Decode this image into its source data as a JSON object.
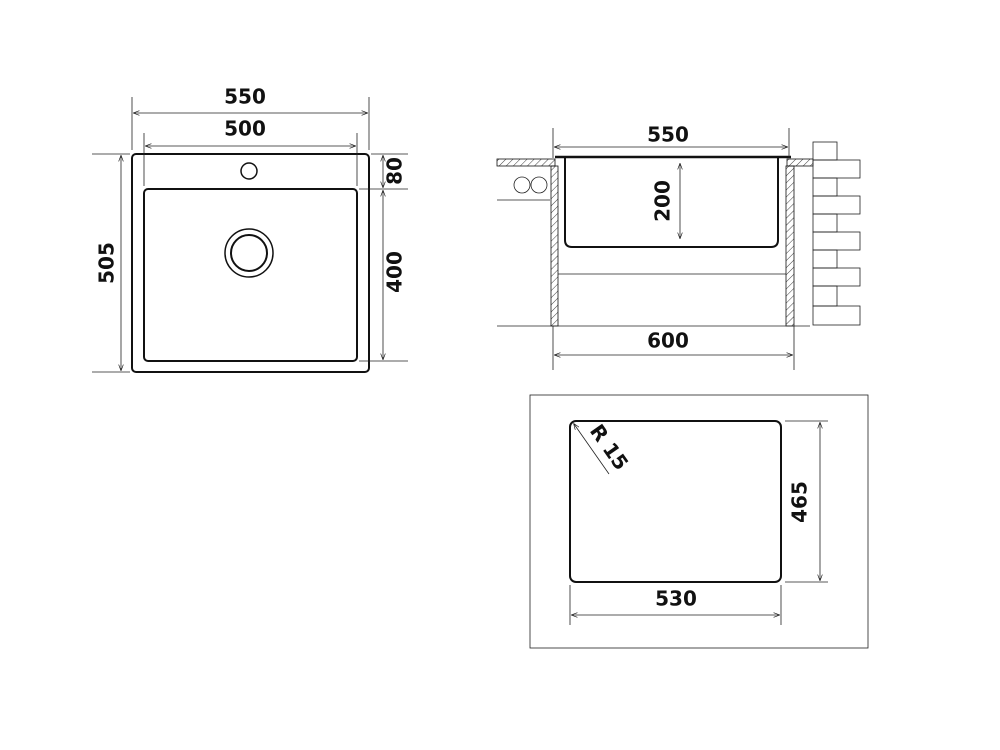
{
  "top_view": {
    "width_outer": "550",
    "width_inner": "500",
    "depth_total": "505",
    "deck_depth": "80",
    "bowl_depth": "400"
  },
  "side_view": {
    "top_width": "550",
    "bowl_height": "200",
    "cabinet_width": "600"
  },
  "cutout": {
    "radius": "R 15",
    "height": "465",
    "width": "530"
  },
  "colors": {
    "line": "#111111",
    "background": "#ffffff"
  }
}
